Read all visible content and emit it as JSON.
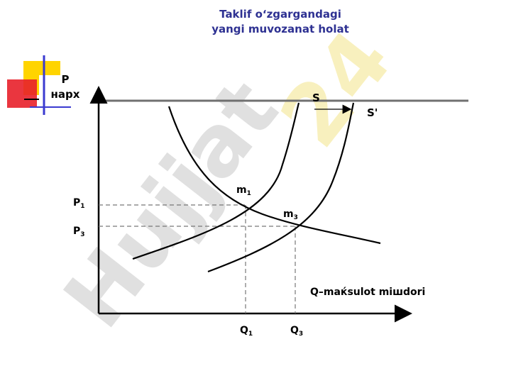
{
  "title": {
    "line1": "Taklif o‘zgargandagi",
    "line2": "yangi muvozanat holat"
  },
  "axes": {
    "y_label_line1": "P",
    "y_label_line2": "нарх",
    "x_label": "Q–maќsulot miшdori"
  },
  "curves": {
    "supply_original": "S",
    "supply_new": "S'"
  },
  "points": {
    "m1": {
      "letter": "m",
      "sub": "1"
    },
    "m3": {
      "letter": "m",
      "sub": "3"
    },
    "p1": {
      "letter": "P",
      "sub": "1"
    },
    "p3": {
      "letter": "P",
      "sub": "3"
    },
    "q1": {
      "letter": "Q",
      "sub": "1"
    },
    "q3": {
      "letter": "Q",
      "sub": "3"
    }
  },
  "watermark": "Hujjat 24",
  "colors": {
    "title": "#2e3192",
    "axis": "#000000",
    "watermark_gray": "#c8c8c8",
    "watermark_yellow": "#f4e48a",
    "deco_yellow": "#ffd400",
    "deco_red": "#e8202a",
    "deco_blue": "#3a3ad0",
    "top_rule": "#707070"
  }
}
